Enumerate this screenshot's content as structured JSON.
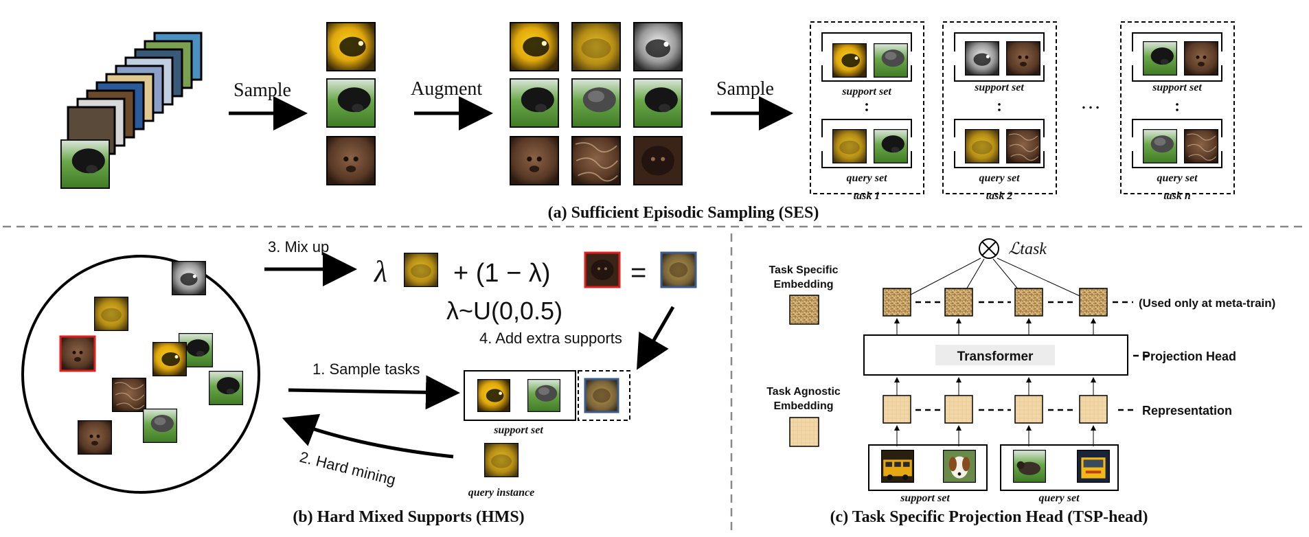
{
  "panel_a": {
    "caption": "(a) Sufficient Episodic Sampling (SES)",
    "sample_label_1": "Sample",
    "augment_label": "Augment",
    "sample_label_2": "Sample",
    "ellipsis": "…",
    "tasks": [
      {
        "support_label": "support set",
        "query_label": "query set",
        "task_label": "task 1"
      },
      {
        "support_label": "support set",
        "query_label": "query set",
        "task_label": "task 2"
      },
      {
        "support_label": "support set",
        "query_label": "query set",
        "task_label": "task n"
      }
    ]
  },
  "panel_b": {
    "caption": "(b) Hard Mixed Supports (HMS)",
    "step_mixup": "3. Mix up",
    "formula_lambda": "λ",
    "formula_plus": "+ (1 − λ)",
    "formula_equals": "=",
    "formula_dist": "λ~U(0,0.5)",
    "step_add": "4. Add extra supports",
    "step_sample": "1. Sample tasks",
    "step_hard": "2. Hard mining",
    "support_label": "support set",
    "query_label": "query instance"
  },
  "panel_c": {
    "caption": "(c) Task Specific Projection Head (TSP-head)",
    "loss_symbol": "⊗",
    "loss_label": "ℒtask",
    "legend_specific": [
      "Task Specific",
      "Embedding"
    ],
    "legend_agnostic": [
      "Task Agnostic",
      "Embedding"
    ],
    "transformer_label": "Transformer",
    "used_only_label": "(Used only at meta-train)",
    "projection_head_label": "Projection Head",
    "representation_label": "Representation",
    "support_label": "support set",
    "query_label": "query set"
  },
  "colors": {
    "yellow_fish": "#e8b410",
    "grass": "#4e9a2e",
    "dog_dark": "#1f1f1f",
    "dog_brown": "#6b4a34",
    "blur_yellow": "#c9a318",
    "specific_embedding": "#d9b77a",
    "agnostic_embedding": "#f2d8a8",
    "highlight_red": "#e02020",
    "highlight_blue": "#3c5a8c"
  }
}
